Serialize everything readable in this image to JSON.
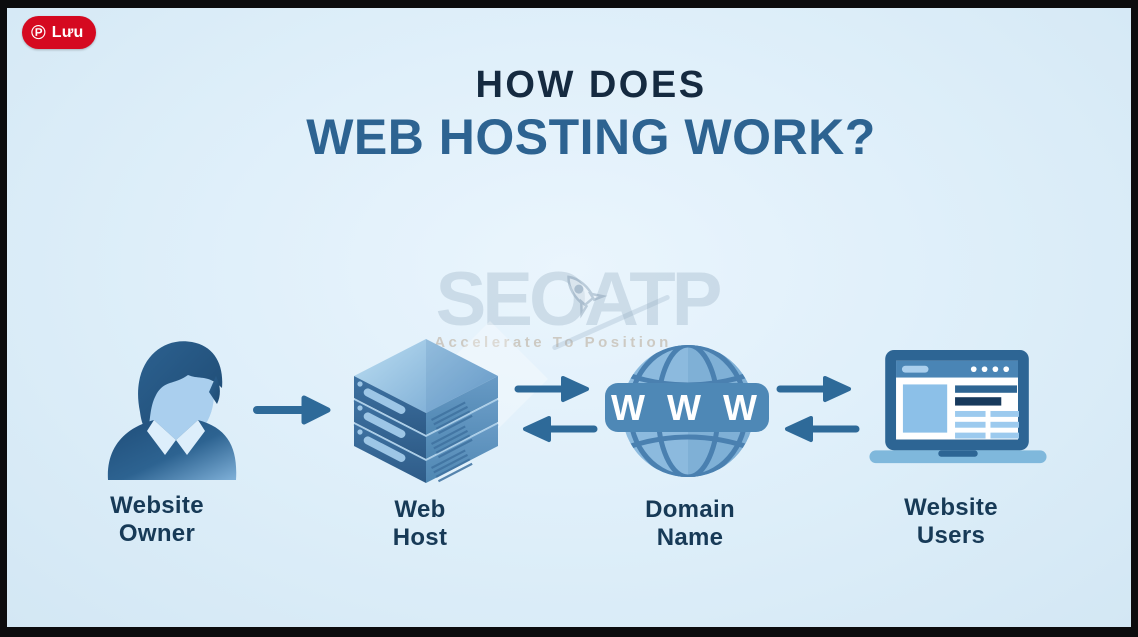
{
  "pin": {
    "label": "Lưu",
    "icon": "pinterest-logo",
    "color": "#d50920"
  },
  "title": {
    "line1": "HOW DOES",
    "line2": "WEB HOSTING WORK?"
  },
  "watermark": {
    "logo": "SEOATP",
    "tagline": "Accelerate To Position"
  },
  "flow": {
    "nodes": [
      {
        "id": "website-owner",
        "icon": "person-icon",
        "label_line1": "Website",
        "label_line2": "Owner"
      },
      {
        "id": "web-host",
        "icon": "server-stack-icon",
        "label_line1": "Web",
        "label_line2": "Host"
      },
      {
        "id": "domain-name",
        "icon": "globe-www-icon",
        "label_line1": "Domain",
        "label_line2": "Name",
        "www_text": "W W W"
      },
      {
        "id": "website-users",
        "icon": "laptop-browser-icon",
        "label_line1": "Website",
        "label_line2": "Users"
      }
    ],
    "connectors": [
      {
        "from": "website-owner",
        "to": "web-host",
        "type": "single-right-arrow"
      },
      {
        "from": "web-host",
        "to": "domain-name",
        "type": "double-arrow-bidirectional"
      },
      {
        "from": "domain-name",
        "to": "website-users",
        "type": "double-arrow-bidirectional"
      }
    ]
  },
  "colors": {
    "outer_border": "#0c0c0e",
    "background": "#ddeef9",
    "title_line1": "#152a40",
    "title_line2": "#2d6391",
    "label_text": "#173a57",
    "arrow": "#2e6a99",
    "icon_dark_blue": "#2d6594",
    "icon_mid_blue": "#4a85b5",
    "icon_light_blue": "#8cc0e8",
    "pinterest_red": "#d50920"
  }
}
